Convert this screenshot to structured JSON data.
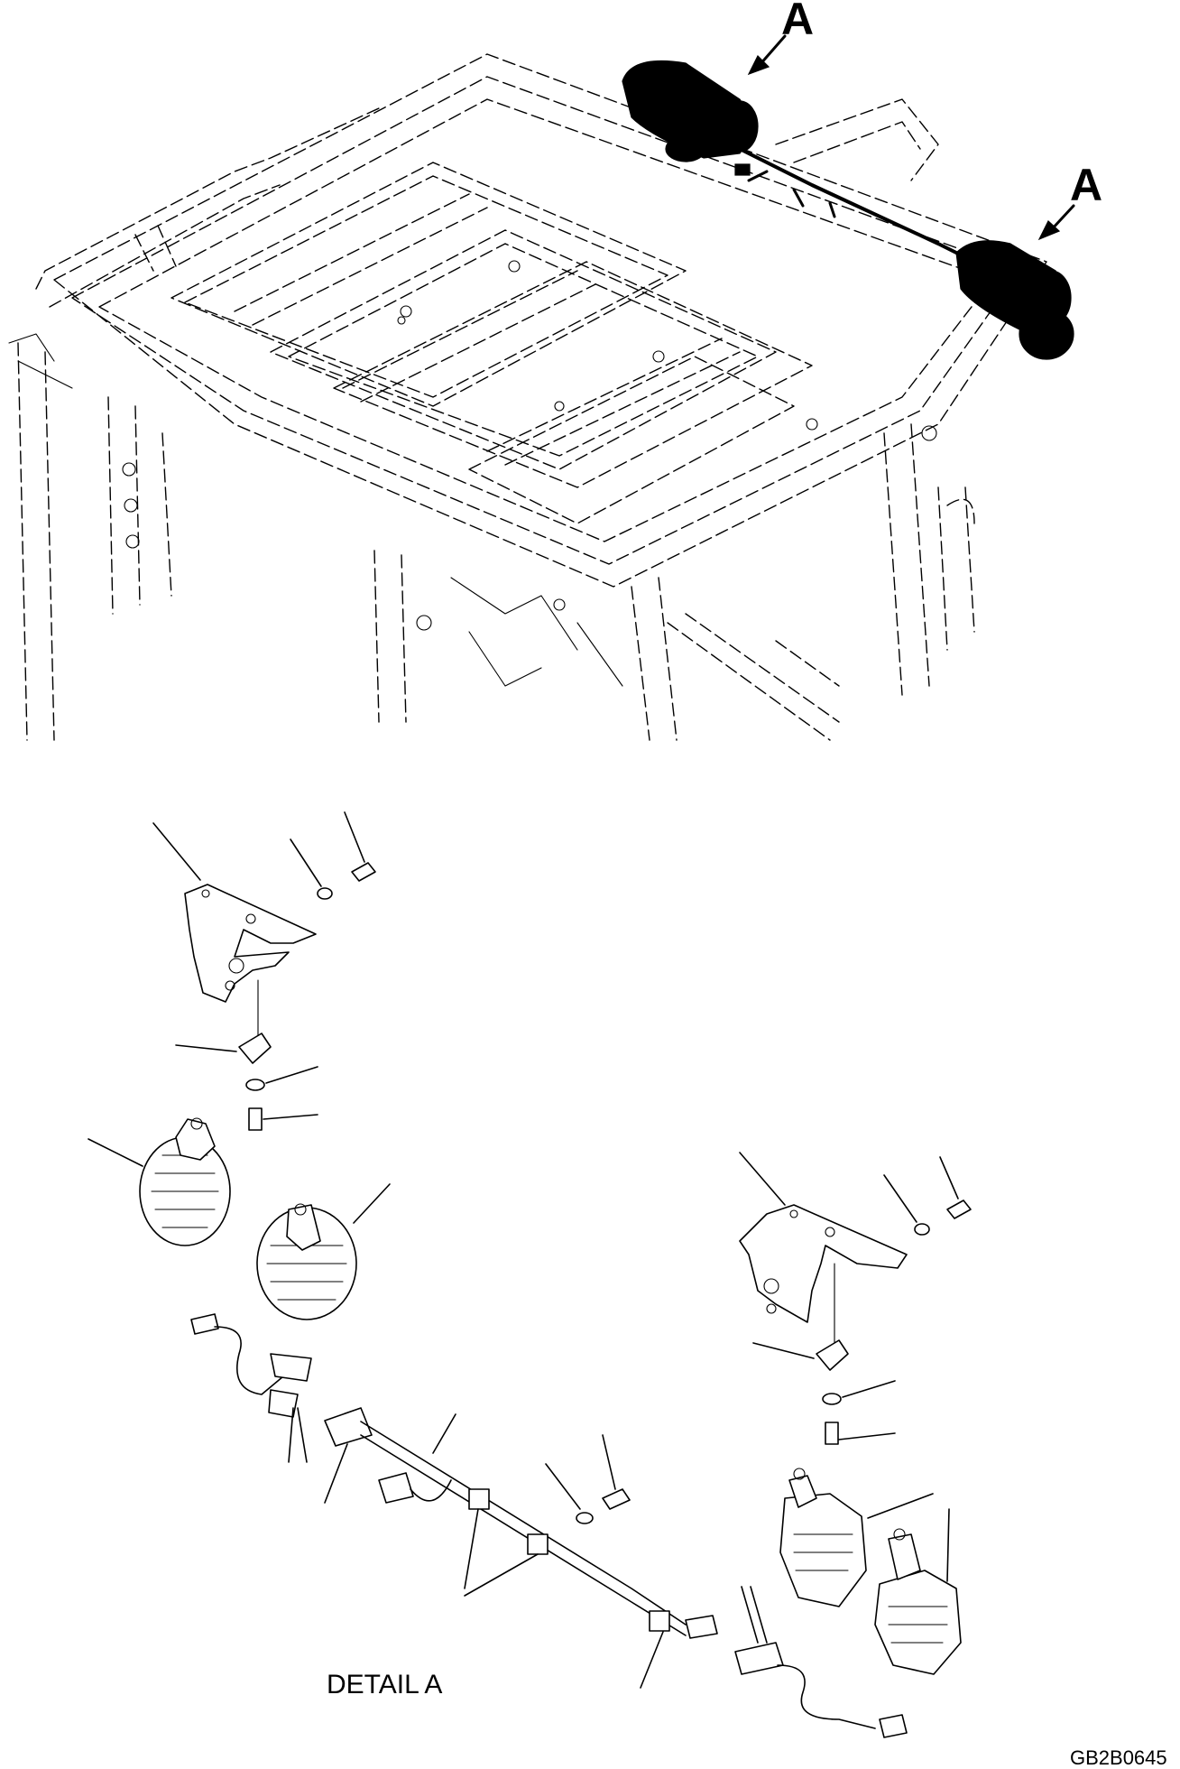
{
  "drawing": {
    "callouts": {
      "upper_left": "A",
      "upper_right": "A"
    },
    "detail_label": "DETAIL A",
    "drawing_code": "GB2B0645"
  }
}
